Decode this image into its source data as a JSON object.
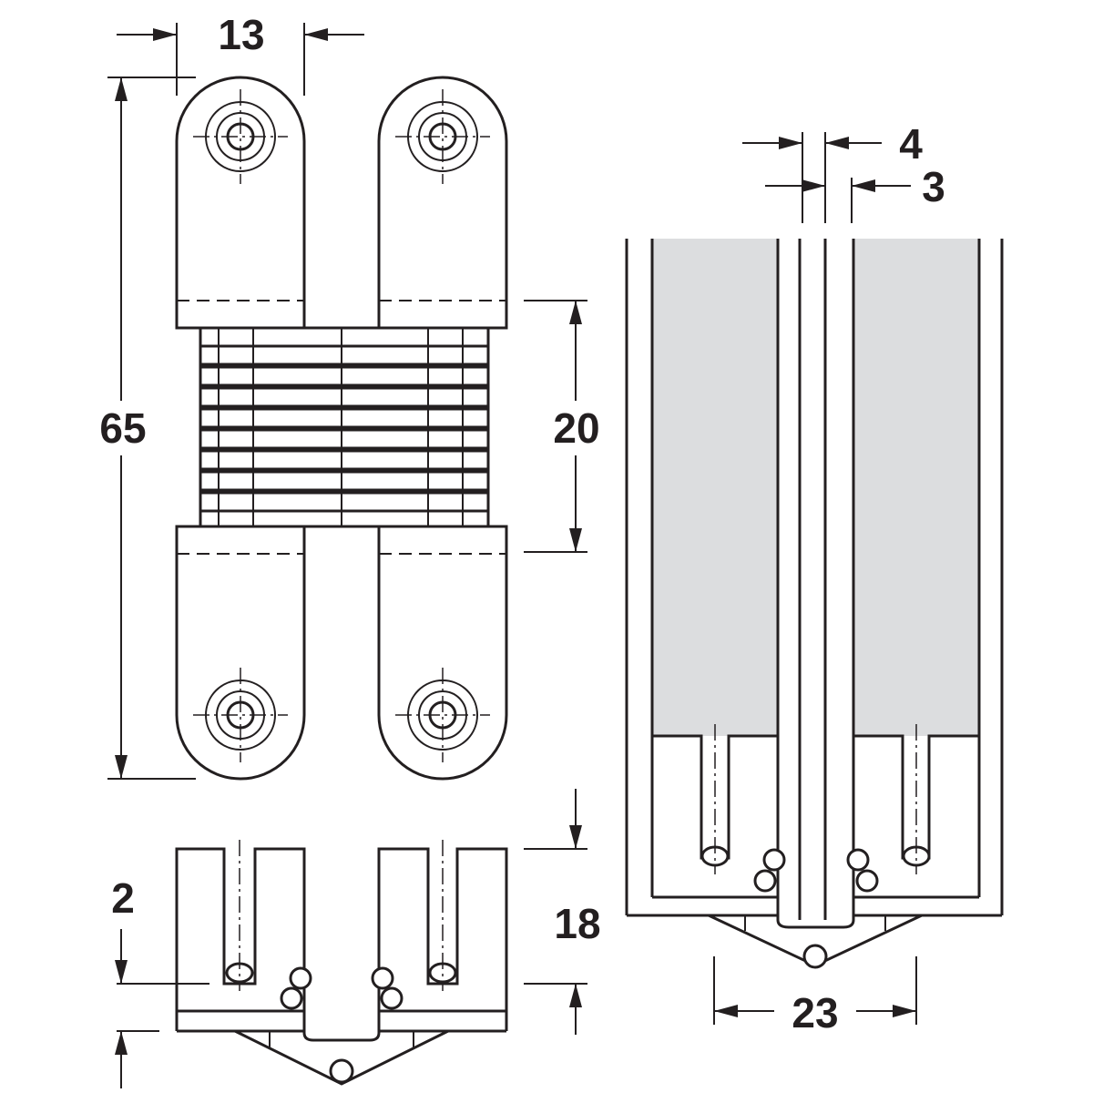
{
  "colors": {
    "line": "#231f20",
    "panel_fill": "#dcdddf",
    "background": "#ffffff"
  },
  "dimensions": {
    "leaf_width": "13",
    "overall_height": "65",
    "body_height": "20",
    "gap_4": "4",
    "gap_3": "3",
    "recess_2": "2",
    "depth_18": "18",
    "width_23": "23"
  }
}
